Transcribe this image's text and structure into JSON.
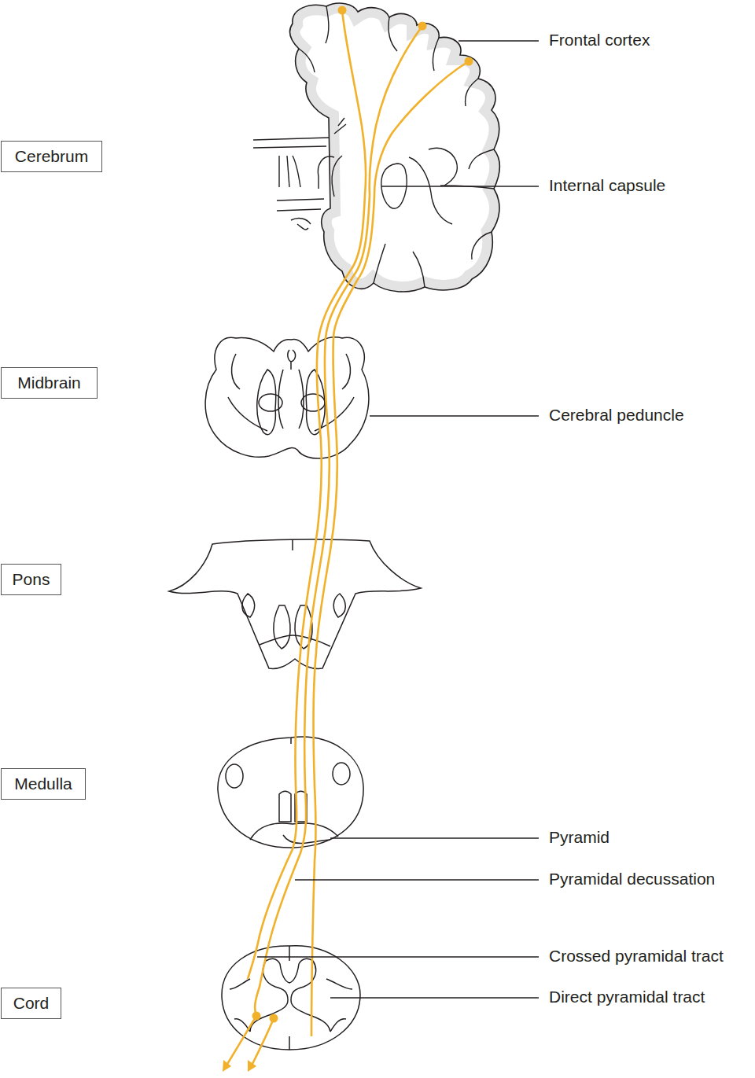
{
  "diagram": {
    "nodes": [
      {
        "text": [
          "Cerebrum"
        ]
      },
      {
        "text": [
          "Midbrain"
        ]
      },
      {
        "text": [
          "Pons"
        ]
      },
      {
        "text": [
          "Medulla"
        ]
      },
      {
        "text": [
          "Cord"
        ]
      }
    ],
    "labels": [
      "Frontal cortex",
      "Internal capsule",
      "Cerebral peduncle",
      "Pyramid",
      "Pyramidal decussation",
      "Crossed pyramidal tract",
      "Direct pyramidal tract"
    ]
  }
}
